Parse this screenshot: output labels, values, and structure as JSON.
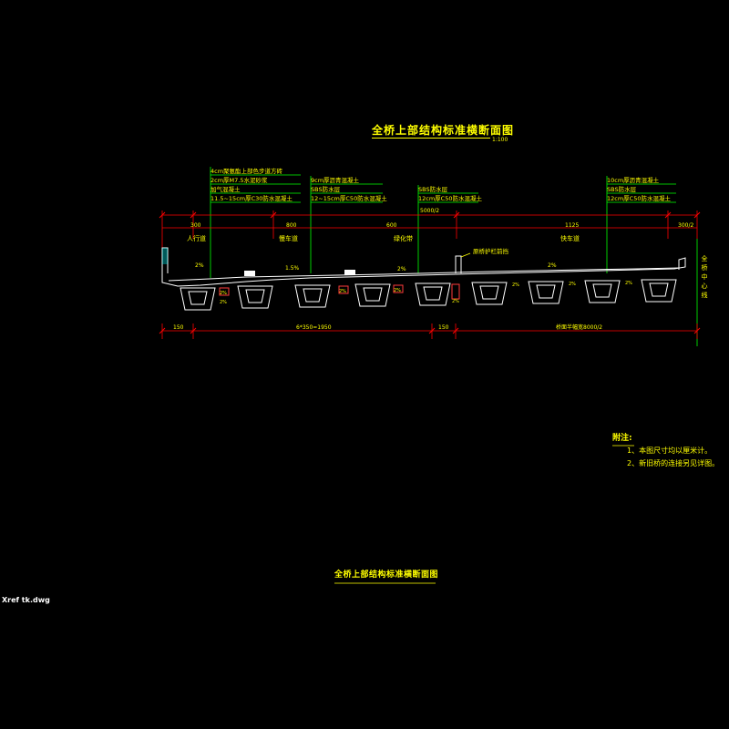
{
  "drawing": {
    "title": "全桥上部结构标准横断面图",
    "scale": "1:100",
    "bottom_title": "全桥上部结构标准横断面图",
    "xref_label": "Xref tk.dwg"
  },
  "callouts": [
    {
      "lines": [
        "4cm聚氨酯上部色步道方砖",
        "2cm厚M7.5水泥砂浆",
        "加气混凝土",
        "11.5~15cm厚C30防水混凝土"
      ]
    },
    {
      "lines": [
        "9cm厚沥青混凝土",
        "SBS防水层",
        "12~15cm厚C50防水混凝土"
      ]
    },
    {
      "lines": [
        "SBS防水层",
        "12cm厚C50防水混凝土"
      ]
    },
    {
      "lines": [
        "10cm厚沥青混凝土",
        "SBS防水层",
        "12cm厚C50防水混凝土"
      ]
    }
  ],
  "lanes": {
    "sidewalk": "人行道",
    "slow_lane": "慢车道",
    "greenbelt": "绿化带",
    "fast_lane": "快车道"
  },
  "dimensions": {
    "top": [
      "300",
      "800",
      "600",
      "1125",
      "300/2"
    ],
    "mid_label": "5000/2",
    "bottom": [
      "150",
      "6*350=1950",
      "150",
      "桥面半幅宽8000/2"
    ]
  },
  "slopes": [
    "2%",
    "1.5%",
    "2%",
    "2%",
    "2%",
    "2%",
    "2%",
    "2%",
    "2%",
    "2%",
    "2%",
    "2%"
  ],
  "labels": {
    "old_barrier": "原桥护栏前挡",
    "centerline": "全桥中心线"
  },
  "notes": {
    "heading": "附注:",
    "items": [
      "1、本图尺寸均以厘米计。",
      "2、新旧桥的连接另见详图。"
    ]
  },
  "colors": {
    "background": "#000000",
    "text": "#ffff00",
    "dim_line": "#ff0000",
    "leader": "#00ff00",
    "structure": "#ffffff",
    "rebar": "#ff3b3b"
  }
}
